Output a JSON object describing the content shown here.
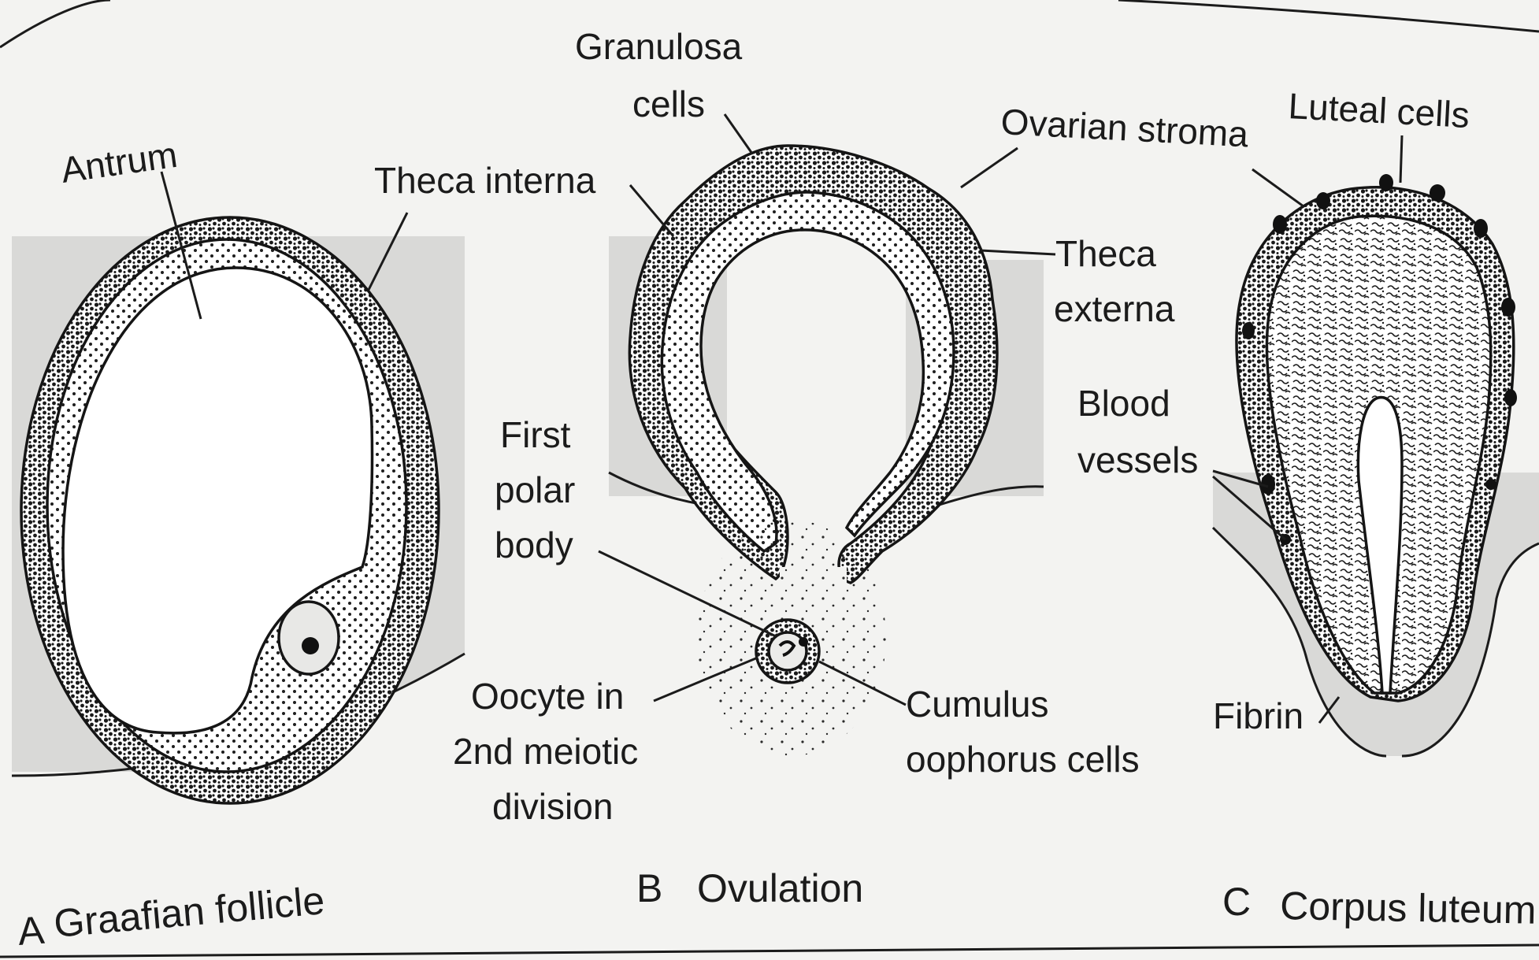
{
  "colors": {
    "background": "#f3f3f1",
    "stroma": "#d9d9d7",
    "ink": "#151515"
  },
  "panels": {
    "a": {
      "letter": "A",
      "title": "Graafian follicle",
      "labels": {
        "antrum": "Antrum",
        "theca_interna": "Theca interna"
      }
    },
    "b": {
      "letter": "B",
      "title": "Ovulation",
      "labels": {
        "granulosa_1": "Granulosa",
        "granulosa_2": "cells",
        "first_polar_1": "First",
        "first_polar_2": "polar",
        "first_polar_3": "body",
        "oocyte_1": "Oocyte in",
        "oocyte_2": "2nd meiotic",
        "oocyte_3": "division",
        "cumulus_1": "Cumulus",
        "cumulus_2": "oophorus cells",
        "ovarian_stroma": "Ovarian stroma",
        "theca_externa_1": "Theca",
        "theca_externa_2": "externa"
      }
    },
    "c": {
      "letter": "C",
      "title": "Corpus luteum",
      "labels": {
        "luteal_cells": "Luteal cells",
        "blood_vessels_1": "Blood",
        "blood_vessels_2": "vessels",
        "fibrin": "Fibrin"
      }
    }
  }
}
